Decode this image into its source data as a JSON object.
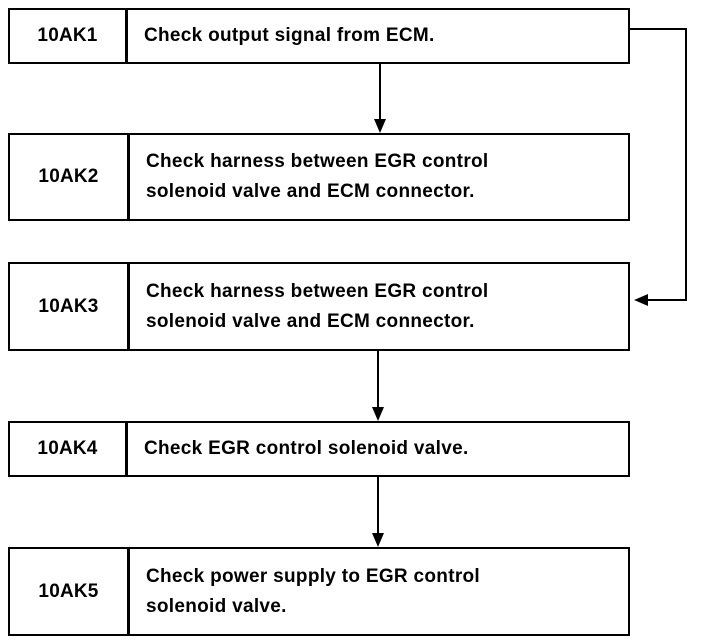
{
  "steps": [
    {
      "code": "10AK1",
      "text": "Check output signal from ECM."
    },
    {
      "code": "10AK2",
      "text": "Check harness between EGR control\nsolenoid valve and ECM connector."
    },
    {
      "code": "10AK3",
      "text": "Check harness between EGR control\nsolenoid valve and ECM connector."
    },
    {
      "code": "10AK4",
      "text": "Check EGR control solenoid valve."
    },
    {
      "code": "10AK5",
      "text": "Check power supply to EGR control\nsolenoid valve."
    }
  ]
}
